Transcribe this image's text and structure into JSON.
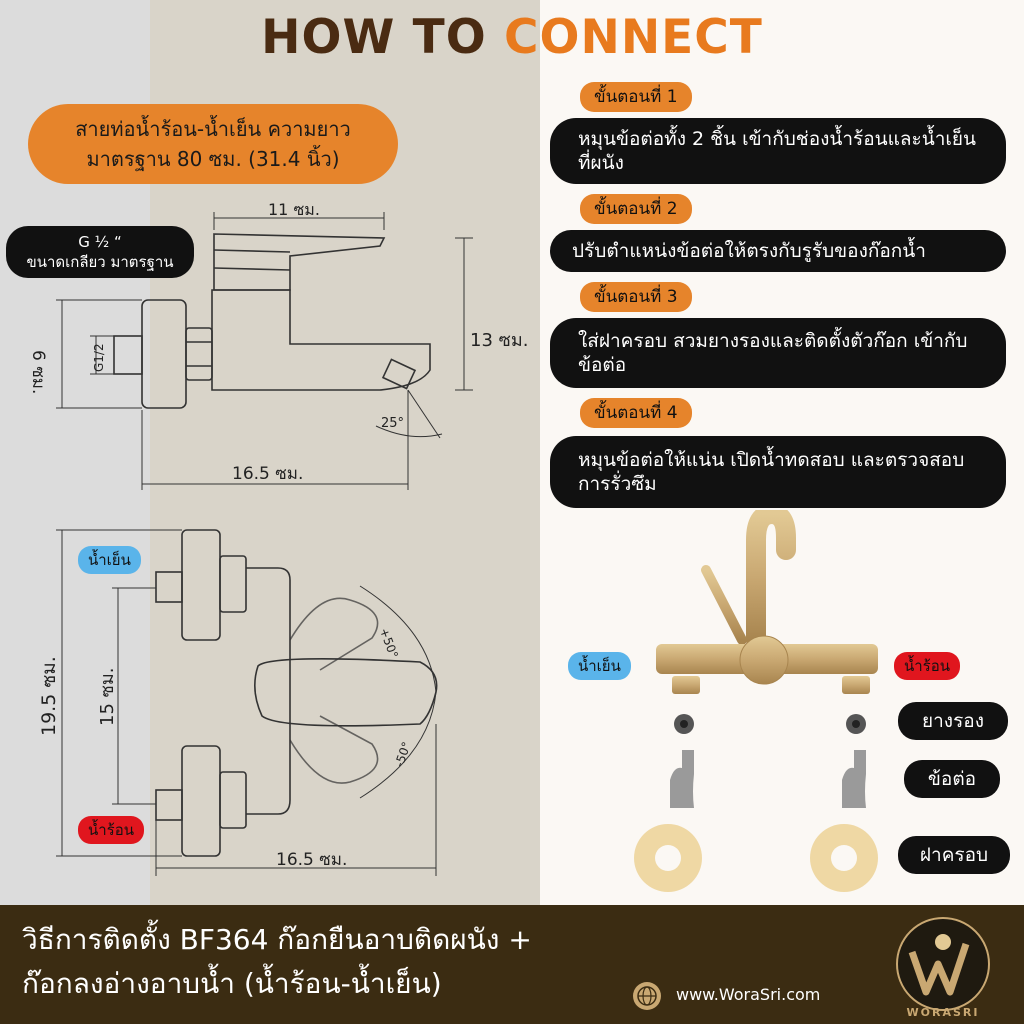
{
  "title": {
    "part1": "HOW TO ",
    "part2": "CONNECT"
  },
  "hose_note": {
    "line1": "สายท่อน้ำร้อน-น้ำเย็น ความยาว",
    "line2": "มาตรฐาน 80 ซม. (31.4 นิ้ว)"
  },
  "thread_note": {
    "line1": "G ½ “",
    "line2": "ขนาดเกลียว มาตรฐาน"
  },
  "side_view": {
    "width_top": "11 ซม.",
    "height_right": "13 ซม.",
    "height_left": "6 ซม.",
    "thread": "G1/2",
    "angle": "25°",
    "width_bottom": "16.5 ซม."
  },
  "top_view": {
    "cold_label": "น้ำเย็น",
    "hot_label": "น้ำร้อน",
    "height_total": "19.5 ซม.",
    "height_inner": "15 ซม.",
    "angle_plus": "+50°",
    "angle_minus": "-50°",
    "width_bottom": "16.5 ซม."
  },
  "steps": [
    {
      "tag": "ขั้นตอนที่ 1",
      "text": "หมุนข้อต่อทั้ง 2 ชิ้น เข้ากับช่องน้ำร้อนและน้ำเย็นที่ผนัง"
    },
    {
      "tag": "ขั้นตอนที่ 2",
      "text": "ปรับตำแหน่งข้อต่อให้ตรงกับรูรับของก๊อกน้ำ"
    },
    {
      "tag": "ขั้นตอนที่ 3",
      "text": "ใส่ฝาครอบ สวมยางรองและติดตั้งตัวก๊อก เข้ากับข้อต่อ"
    },
    {
      "tag": "ขั้นตอนที่ 4",
      "text": "หมุนข้อต่อให้แน่น เปิดน้ำทดสอบ และตรวจสอบการรั่วซึม"
    }
  ],
  "parts": {
    "cold_label": "น้ำเย็น",
    "hot_label": "น้ำร้อน",
    "gasket": "ยางรอง",
    "connector": "ข้อต่อ",
    "cover": "ฝาครอบ"
  },
  "footer": {
    "line1": "วิธีการติดตั้ง BF364 ก๊อกยืนอาบติดผนัง +",
    "line2": "ก๊อกลงอ่างอาบน้ำ (น้ำร้อน-น้ำเย็น)",
    "website": "www.WoraSri.com",
    "logo_text": "WORASRI"
  },
  "colors": {
    "orange": "#e6842b",
    "brown": "#4a2b12",
    "cold": "#5ab4ea",
    "hot": "#e0161e",
    "gold": "#c9a872"
  }
}
